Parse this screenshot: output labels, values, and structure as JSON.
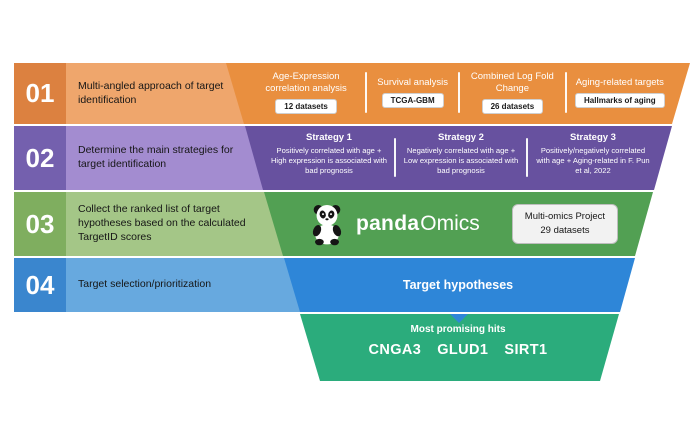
{
  "steps": [
    {
      "number": "01",
      "label": "Multi-angled approach of target identification"
    },
    {
      "number": "02",
      "label": "Determine the main strategies for target identification"
    },
    {
      "number": "03",
      "label": "Collect the ranked list of target hypotheses based on the calculated TargetID scores"
    },
    {
      "number": "04",
      "label": "Target selection/prioritization"
    }
  ],
  "funnel": {
    "sources": [
      {
        "title": "Age-Expression correlation analysis",
        "badge": "12 datasets"
      },
      {
        "title": "Survival analysis",
        "badge": "TCGA-GBM"
      },
      {
        "title": "Combined Log Fold Change",
        "badge": "26 datasets"
      },
      {
        "title": "Aging-related targets",
        "badge": "Hallmarks of aging"
      }
    ],
    "strategies": [
      {
        "title": "Strategy 1",
        "description": "Positively correlated with age + High expression is associated with bad prognosis"
      },
      {
        "title": "Strategy 2",
        "description": "Negatively correlated with age + Low expression is associated with bad prognosis"
      },
      {
        "title": "Strategy 3",
        "description": "Positively/negatively correlated with age + Aging-related in F. Pun et al, 2022"
      }
    ],
    "platform": {
      "brand_bold": "panda",
      "brand_light": "Omics",
      "project_badge_line1": "Multi-omics Project",
      "project_badge_line2": "29 datasets"
    },
    "hypotheses_label": "Target hypotheses",
    "results": {
      "title": "Most promising hits",
      "hits": [
        "CNGA3",
        "GLUD1",
        "SIRT1"
      ]
    }
  },
  "colors": {
    "step1_dark": "#DC8140",
    "step1_light": "#EFA66C",
    "funnel_sources": "#E98F3F",
    "step2_dark": "#7460AE",
    "step2_light": "#A38CD0",
    "funnel_strategies": "#67519F",
    "step3_dark": "#7FAE5F",
    "step3_light": "#A4C687",
    "funnel_platform": "#52A053",
    "step4_dark": "#3A86CE",
    "step4_light": "#67A9DF",
    "funnel_hypotheses": "#2E86D8",
    "funnel_results": "#2BAC7C"
  }
}
